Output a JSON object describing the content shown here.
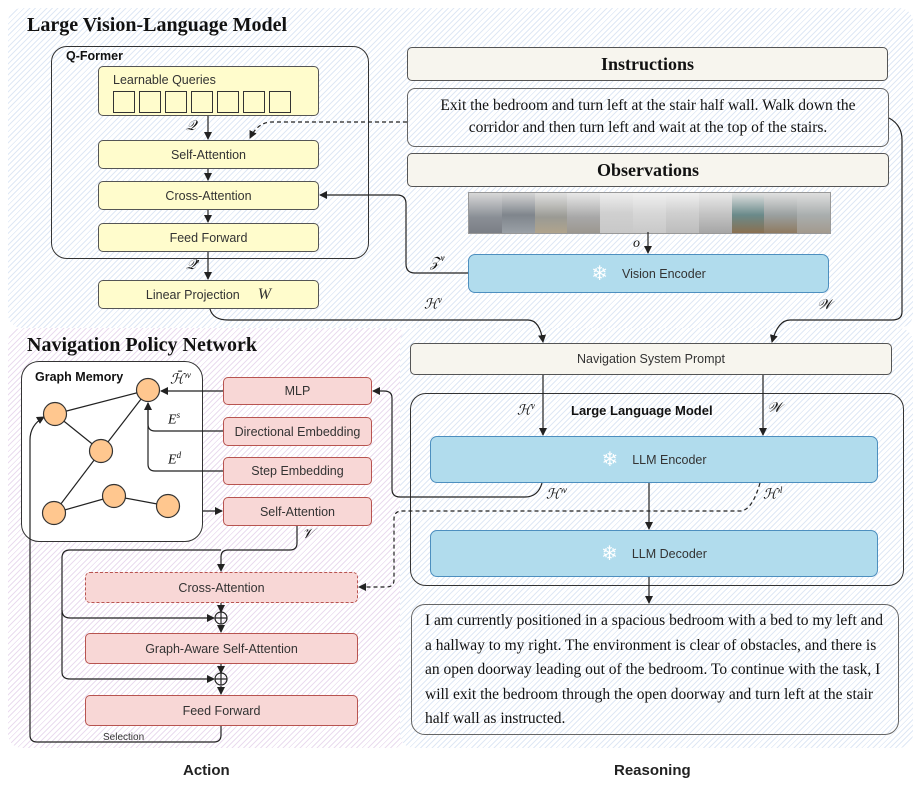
{
  "sections": {
    "lvlm_title": "Large Vision-Language Model",
    "npn_title": "Navigation Policy Network"
  },
  "qformer": {
    "label": "Q-Former",
    "learnable_queries": "Learnable Queries",
    "query_count": 7,
    "self_attention": "Self-Attention",
    "cross_attention": "Cross-Attention",
    "feed_forward": "Feed Forward"
  },
  "linear_projection": {
    "label": "Linear Projection",
    "symbol": "W"
  },
  "instructions": {
    "header": "Instructions",
    "text": "Exit the bedroom and turn left at the stair half wall. Walk down the corridor and then turn left and wait at the top of the stairs."
  },
  "observations": {
    "header": "Observations"
  },
  "vision_encoder": {
    "label": "Vision Encoder",
    "icon": "snowflake-icon"
  },
  "nav_prompt": {
    "label": "Navigation System Prompt"
  },
  "llm": {
    "label": "Large Language Model",
    "encoder": "LLM Encoder",
    "decoder": "LLM Decoder"
  },
  "reasoning": {
    "text": "I am currently positioned in a spacious bedroom with a bed to my left and a hallway to my right. The environment is clear of obstacles, and there is an open doorway leading out of the bedroom. To continue with the task, I will exit the bedroom through the open doorway and turn left at the stair half wall as instructed."
  },
  "graph_memory": {
    "label": "Graph Memory",
    "node_color": "#ffc78f"
  },
  "policy": {
    "mlp": "MLP",
    "directional_embedding": "Directional Embedding",
    "step_embedding": "Step Embedding",
    "self_attention": "Self-Attention",
    "cross_attention": "Cross-Attention",
    "graph_aware_self_attention": "Graph-Aware Self-Attention",
    "feed_forward": "Feed Forward",
    "selection": "Selection"
  },
  "symbols": {
    "Q": "𝒬",
    "Q_prime": "𝒬′",
    "Z_v": "𝒵",
    "H_v": "ℋ",
    "W_cal": "𝒲",
    "o": "o",
    "H_prime_v": "ℋ′",
    "H_prime_l": "ℋ′",
    "H_bar_prime_v": "ℋ̄′",
    "E_s": "E",
    "E_d": "E",
    "V": "𝒱",
    "sup_v": "v",
    "sup_l": "l",
    "sup_s": "s",
    "sup_d": "d"
  },
  "footer": {
    "action": "Action",
    "reasoning": "Reasoning"
  },
  "colors": {
    "yellow_fill": "#fffccc",
    "pink_fill": "#f8d7d6",
    "pink_border": "#b85450",
    "blue_fill": "#b1dced",
    "blue_border": "#4d8fbf",
    "cream_fill": "#f7f5ee"
  }
}
